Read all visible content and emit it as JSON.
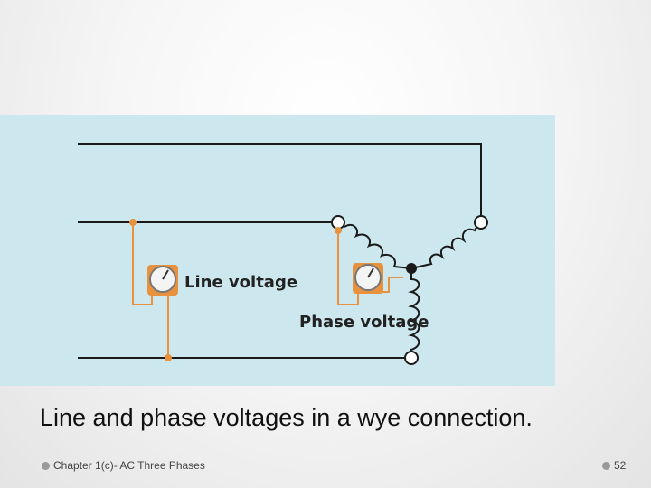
{
  "figure": {
    "background": "#cde7ee",
    "wire_color": "#1a1a1a",
    "probe_color": "#e8913f",
    "line_voltage_label": "Line voltage",
    "phase_voltage_label": "Phase voltage",
    "meter_icon": "voltmeter-icon"
  },
  "caption": "Line and phase voltages in a wye connection.",
  "footer": {
    "left_text": "Chapter 1(c)- AC Three Phases",
    "page_number": "52",
    "bullet_color": "#9a9a9a"
  }
}
